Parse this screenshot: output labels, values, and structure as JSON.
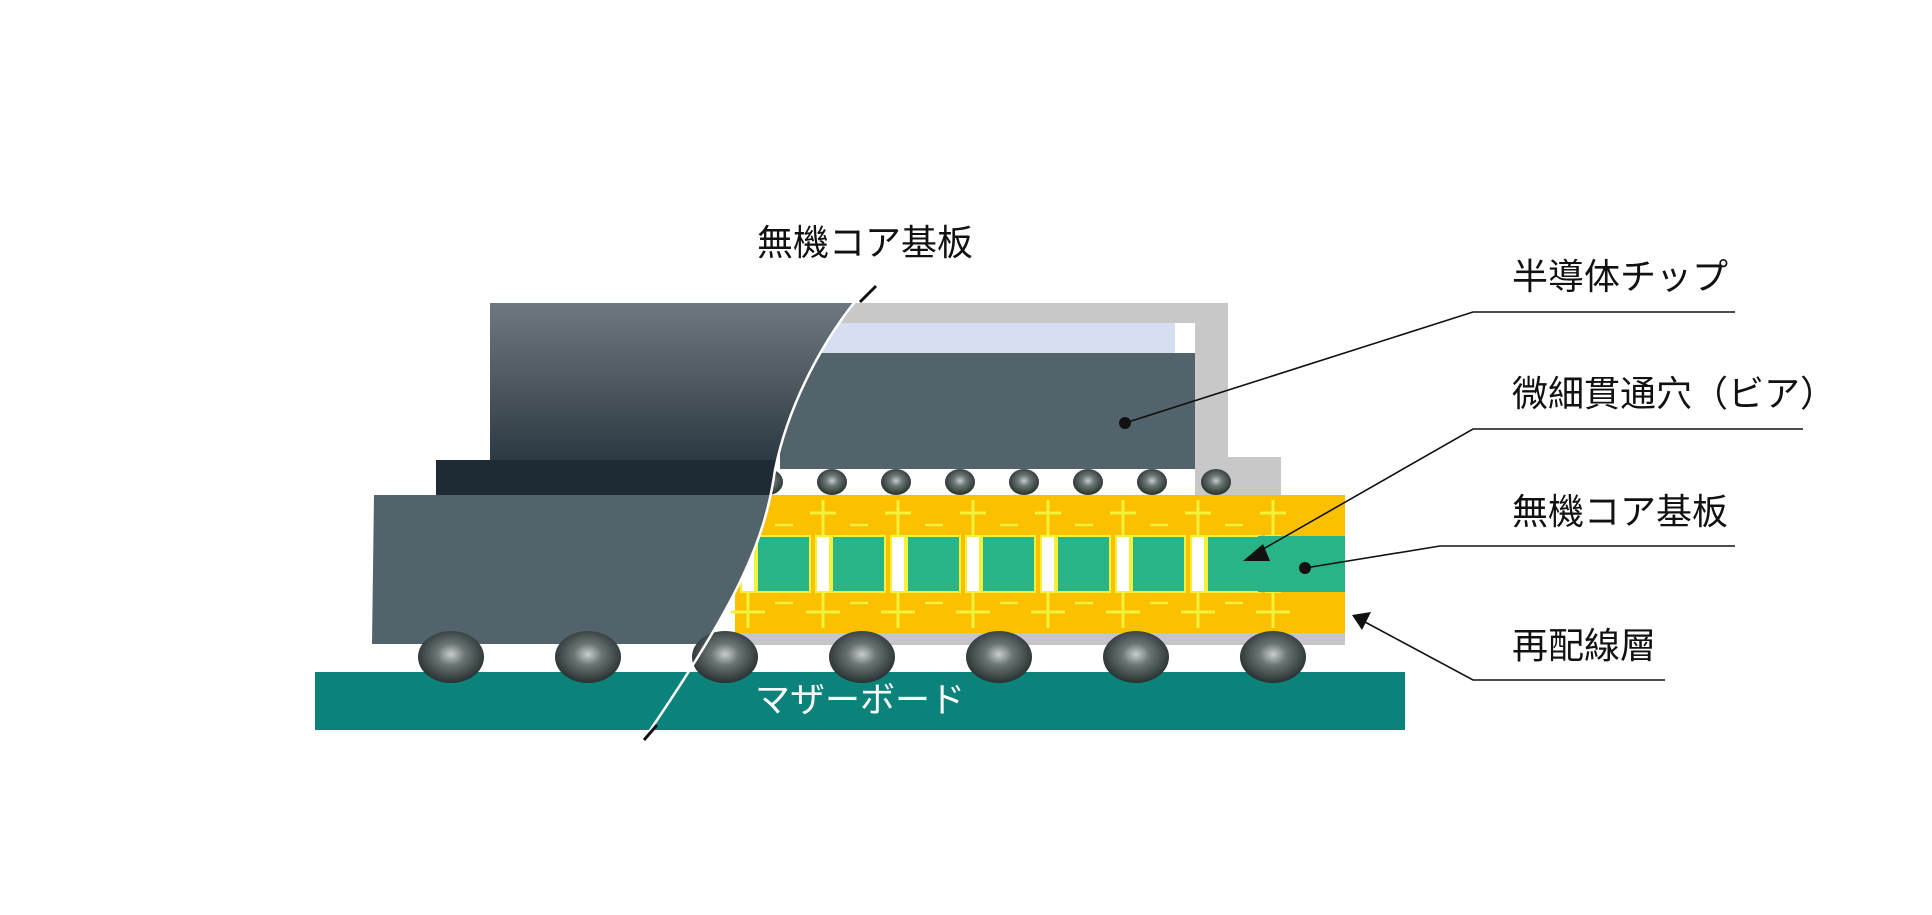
{
  "diagram": {
    "top_label": "無機コア基板",
    "callouts": {
      "chip": "半導体チップ",
      "via": "微細貫通穴（ビア）",
      "core": "無機コア基板",
      "rdl": "再配線層"
    },
    "board_label": "マザーボード",
    "colors": {
      "background": "#ffffff",
      "motherboard": "#0b837a",
      "chip": "#53636b",
      "substrate": "#fbc000",
      "core": "#29b488",
      "trace": "#f2f23a",
      "lid": "#c8c8c8",
      "lid_gap": "#d5dff1",
      "bump": "#2f3b3b",
      "leader": "#111111"
    }
  }
}
